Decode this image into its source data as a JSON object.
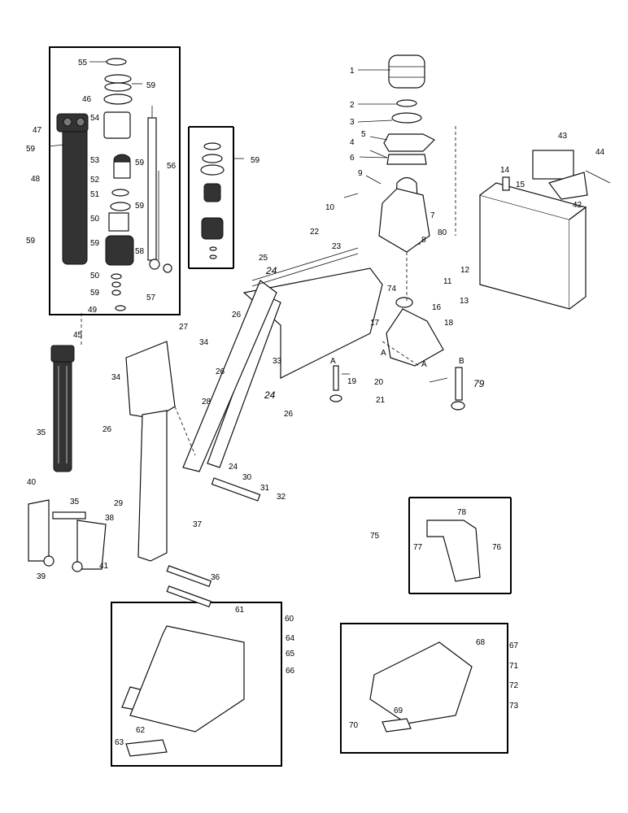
{
  "callouts": [
    "1",
    "2",
    "3",
    "4",
    "5",
    "6",
    "7",
    "8",
    "9",
    "10",
    "11",
    "12",
    "13",
    "14",
    "15",
    "16",
    "17",
    "18",
    "19",
    "20",
    "21",
    "22",
    "23",
    "24",
    "25",
    "26",
    "27",
    "28",
    "29",
    "30",
    "31",
    "32",
    "33",
    "34",
    "35",
    "36",
    "37",
    "38",
    "39",
    "40",
    "41",
    "42",
    "43",
    "44",
    "45",
    "46",
    "47",
    "48",
    "49",
    "50",
    "51",
    "52",
    "53",
    "54",
    "55",
    "56",
    "57",
    "58",
    "59",
    "60",
    "61",
    "62",
    "63",
    "64",
    "65",
    "66",
    "67",
    "68",
    "69",
    "70",
    "71",
    "72",
    "73",
    "74",
    "75",
    "76",
    "77",
    "78",
    "79",
    "80",
    "A",
    "B"
  ]
}
